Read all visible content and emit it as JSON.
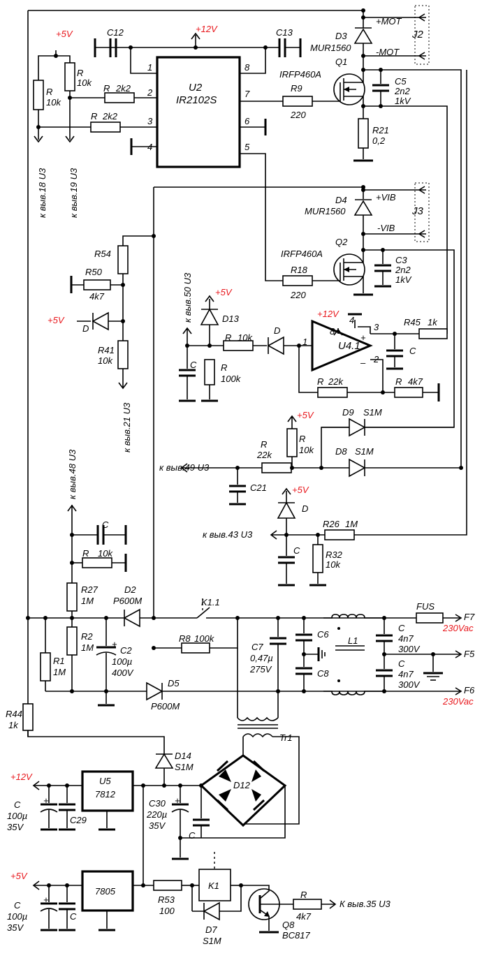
{
  "ics": {
    "u2": {
      "name": "U2",
      "part": "IR2102S",
      "pins": [
        "1",
        "2",
        "3",
        "4",
        "5",
        "6",
        "7",
        "8"
      ]
    },
    "u4": {
      "name": "U4.1",
      "pins": [
        "1",
        "2",
        "3",
        "4",
        "8"
      ],
      "plus": "+",
      "minus": "–"
    },
    "u5": {
      "name": "U5",
      "part": "7812"
    },
    "u7805": {
      "part": "7805"
    }
  },
  "connectors": {
    "j2": {
      "name": "J2",
      "p1": "+MOT",
      "p2": "-MOT"
    },
    "j3": {
      "name": "J3",
      "p1": "+VIB",
      "p2": "-VIB"
    },
    "f7": "F7",
    "f5": "F5",
    "f6": "F6",
    "mains1": "230Vac",
    "mains2": "230Vac"
  },
  "supplies": {
    "p5": "+5V",
    "p12": "+12V"
  },
  "transistors": {
    "q1": {
      "name": "Q1",
      "part": "IRFP460A"
    },
    "q2": {
      "name": "Q2",
      "part": "IRFP460A"
    },
    "q8": {
      "name": "Q8",
      "part": "BC817"
    }
  },
  "diodes": {
    "d3": {
      "name": "D3",
      "part": "MUR1560"
    },
    "d4": {
      "name": "D4",
      "part": "MUR1560"
    },
    "d13": "D13",
    "d_opamp": "D",
    "d_r50": "D",
    "d_r32": "D",
    "d8": {
      "name": "D8",
      "part": "S1M"
    },
    "d9": {
      "name": "D9",
      "part": "S1M"
    },
    "d2": {
      "name": "D2",
      "part": "P600M"
    },
    "d5": {
      "name": "D5",
      "part": "P600M"
    },
    "d14": {
      "name": "D14",
      "part": "S1M"
    },
    "d7": {
      "name": "D7",
      "part": "S1M"
    },
    "d12": "D12"
  },
  "resistors": {
    "r_pu1": {
      "name": "R",
      "value": "10k"
    },
    "r_pu2": {
      "name": "R",
      "value": "10k"
    },
    "r_2k2a": {
      "name": "R",
      "value": "2k2"
    },
    "r_2k2b": {
      "name": "R",
      "value": "2k2"
    },
    "r9": {
      "name": "R9",
      "value": "220"
    },
    "r21": {
      "name": "R21",
      "value": "0,2"
    },
    "r18": {
      "name": "R18",
      "value": "220"
    },
    "r54": {
      "name": "R54"
    },
    "r50": {
      "name": "R50",
      "value": "4k7"
    },
    "r41": {
      "name": "R41",
      "value": "10k"
    },
    "r_10k_op": {
      "name": "R",
      "value": "10k"
    },
    "r_100k_op": {
      "name": "R",
      "value": "100k"
    },
    "r45": {
      "name": "R45",
      "value": "1k"
    },
    "r_22k_fb": {
      "name": "R",
      "value": "22k"
    },
    "r_4k7_fb": {
      "name": "R",
      "value": "4k7"
    },
    "r_22k_49": {
      "name": "R",
      "value": "22k"
    },
    "r_10k_49": {
      "name": "R",
      "value": "10k"
    },
    "r26": {
      "name": "R26",
      "value": "1M"
    },
    "r32": {
      "name": "R32",
      "value": "10k"
    },
    "r_10k_48": {
      "name": "R",
      "value": "10k"
    },
    "r27": {
      "name": "R27",
      "value": "1M"
    },
    "r2": {
      "name": "R2",
      "value": "1M"
    },
    "r1": {
      "name": "R1",
      "value": "1M"
    },
    "r8": {
      "name": "R8",
      "value": "100k"
    },
    "r44": {
      "name": "R44",
      "value": "1k"
    },
    "r53": {
      "name": "R53",
      "value": "100"
    },
    "r_q8": {
      "name": "R",
      "value": "4k7"
    }
  },
  "capacitors": {
    "c12": "C12",
    "c13": "C13",
    "c5": {
      "name": "C5",
      "value": "2n2",
      "voltage": "1kV"
    },
    "c3": {
      "name": "C3",
      "value": "2n2",
      "voltage": "1kV"
    },
    "c_op_in": "C",
    "c_op_fb": "C",
    "c21": "C21",
    "c_r32": "C",
    "c_48": "C",
    "c2": {
      "name": "C2",
      "value": "100µ",
      "voltage": "400V"
    },
    "c7": {
      "name": "C7",
      "value": "0,47µ",
      "voltage": "275V"
    },
    "c6": "C6",
    "c8": "C8",
    "c_y1": {
      "name": "C",
      "value": "4n7",
      "voltage": "300V"
    },
    "c_y2": {
      "name": "C",
      "value": "4n7",
      "voltage": "300V"
    },
    "c_12v": {
      "name": "C",
      "value": "100µ",
      "voltage": "35V"
    },
    "c29": "C29",
    "c30": {
      "name": "C30",
      "value": "220µ",
      "voltage": "35V"
    },
    "c_bridge": "C",
    "c_5v": {
      "name": "C",
      "value": "100µ",
      "voltage": "35V"
    },
    "c_5v2": "C"
  },
  "misc": {
    "fus": "FUS",
    "l1": "L1",
    "tr1": "Tr1",
    "k1": "K1",
    "k11": "K1.1",
    "plus": "+"
  },
  "net_labels": {
    "pin18": "к выв.18 U3",
    "pin19": "к выв.19 U3",
    "pin50": "к выв.50 U3",
    "pin21": "к выв.21 U3",
    "pin48": "к выв.48 U3",
    "pin49": "к выв.49 U3",
    "pin43": "к выв.43 U3",
    "pin35": "К выв.35 U3"
  },
  "colors": {
    "supply_red": "#e8171c",
    "ink": "#000000"
  }
}
